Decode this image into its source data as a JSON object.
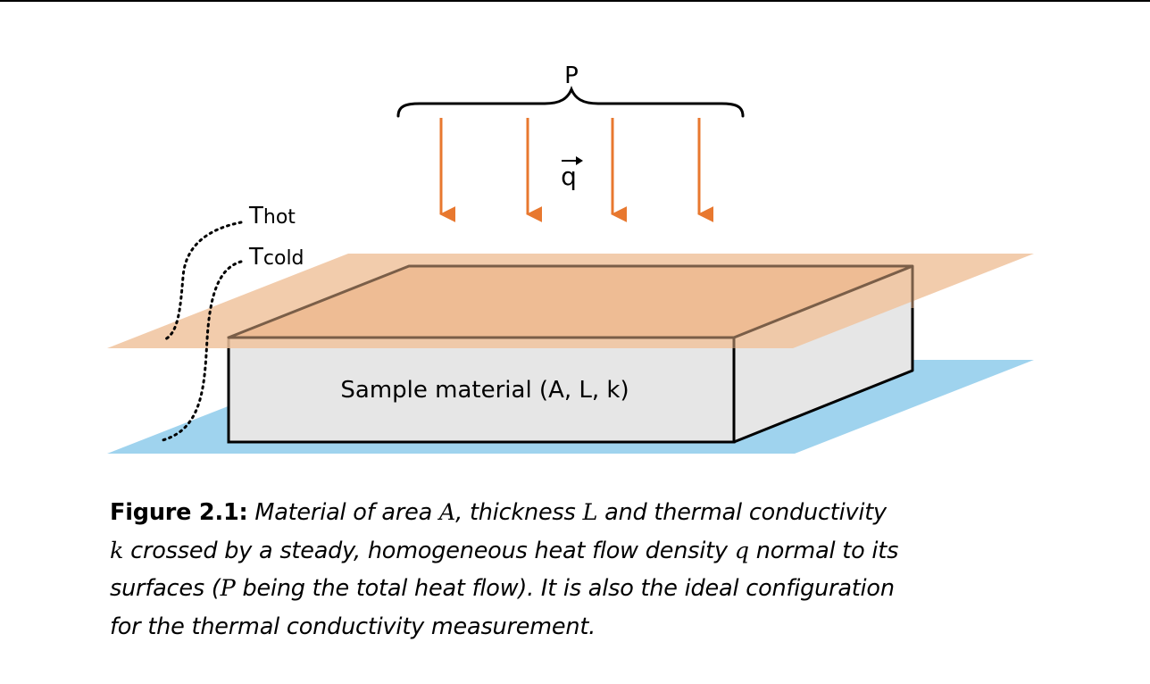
{
  "diagram": {
    "total_flow_label": "P",
    "flux_label": "q",
    "hot_label": {
      "main": "T",
      "sub": "hot"
    },
    "cold_label": {
      "main": "T",
      "sub": "cold"
    },
    "sample_label": "Sample material (A, L, k)",
    "colors": {
      "hot_plane": "#F0C39E",
      "cold_plane": "#9FD3EE",
      "sample_front": "#E6E6E6",
      "sample_top": "#EEBC94",
      "arrow": "#E8782F",
      "hot_edge": "#7A5E48",
      "edge": "#000000"
    }
  },
  "caption": {
    "figure_label": "Figure 2.1:",
    "line1_a": "Material of area ",
    "sym_A": "A",
    "line1_b": ", thickness ",
    "sym_L": "L",
    "line1_c": " and thermal conductivity",
    "sym_k": "k",
    "line2_a": " crossed by a steady, homogeneous heat flow density ",
    "sym_q": "q",
    "line2_b": " normal to its",
    "line3_a": "surfaces (",
    "sym_P": "P",
    "line3_b": " being the total heat flow). It is also the ideal configuration",
    "line4": "for the thermal conductivity measurement."
  }
}
